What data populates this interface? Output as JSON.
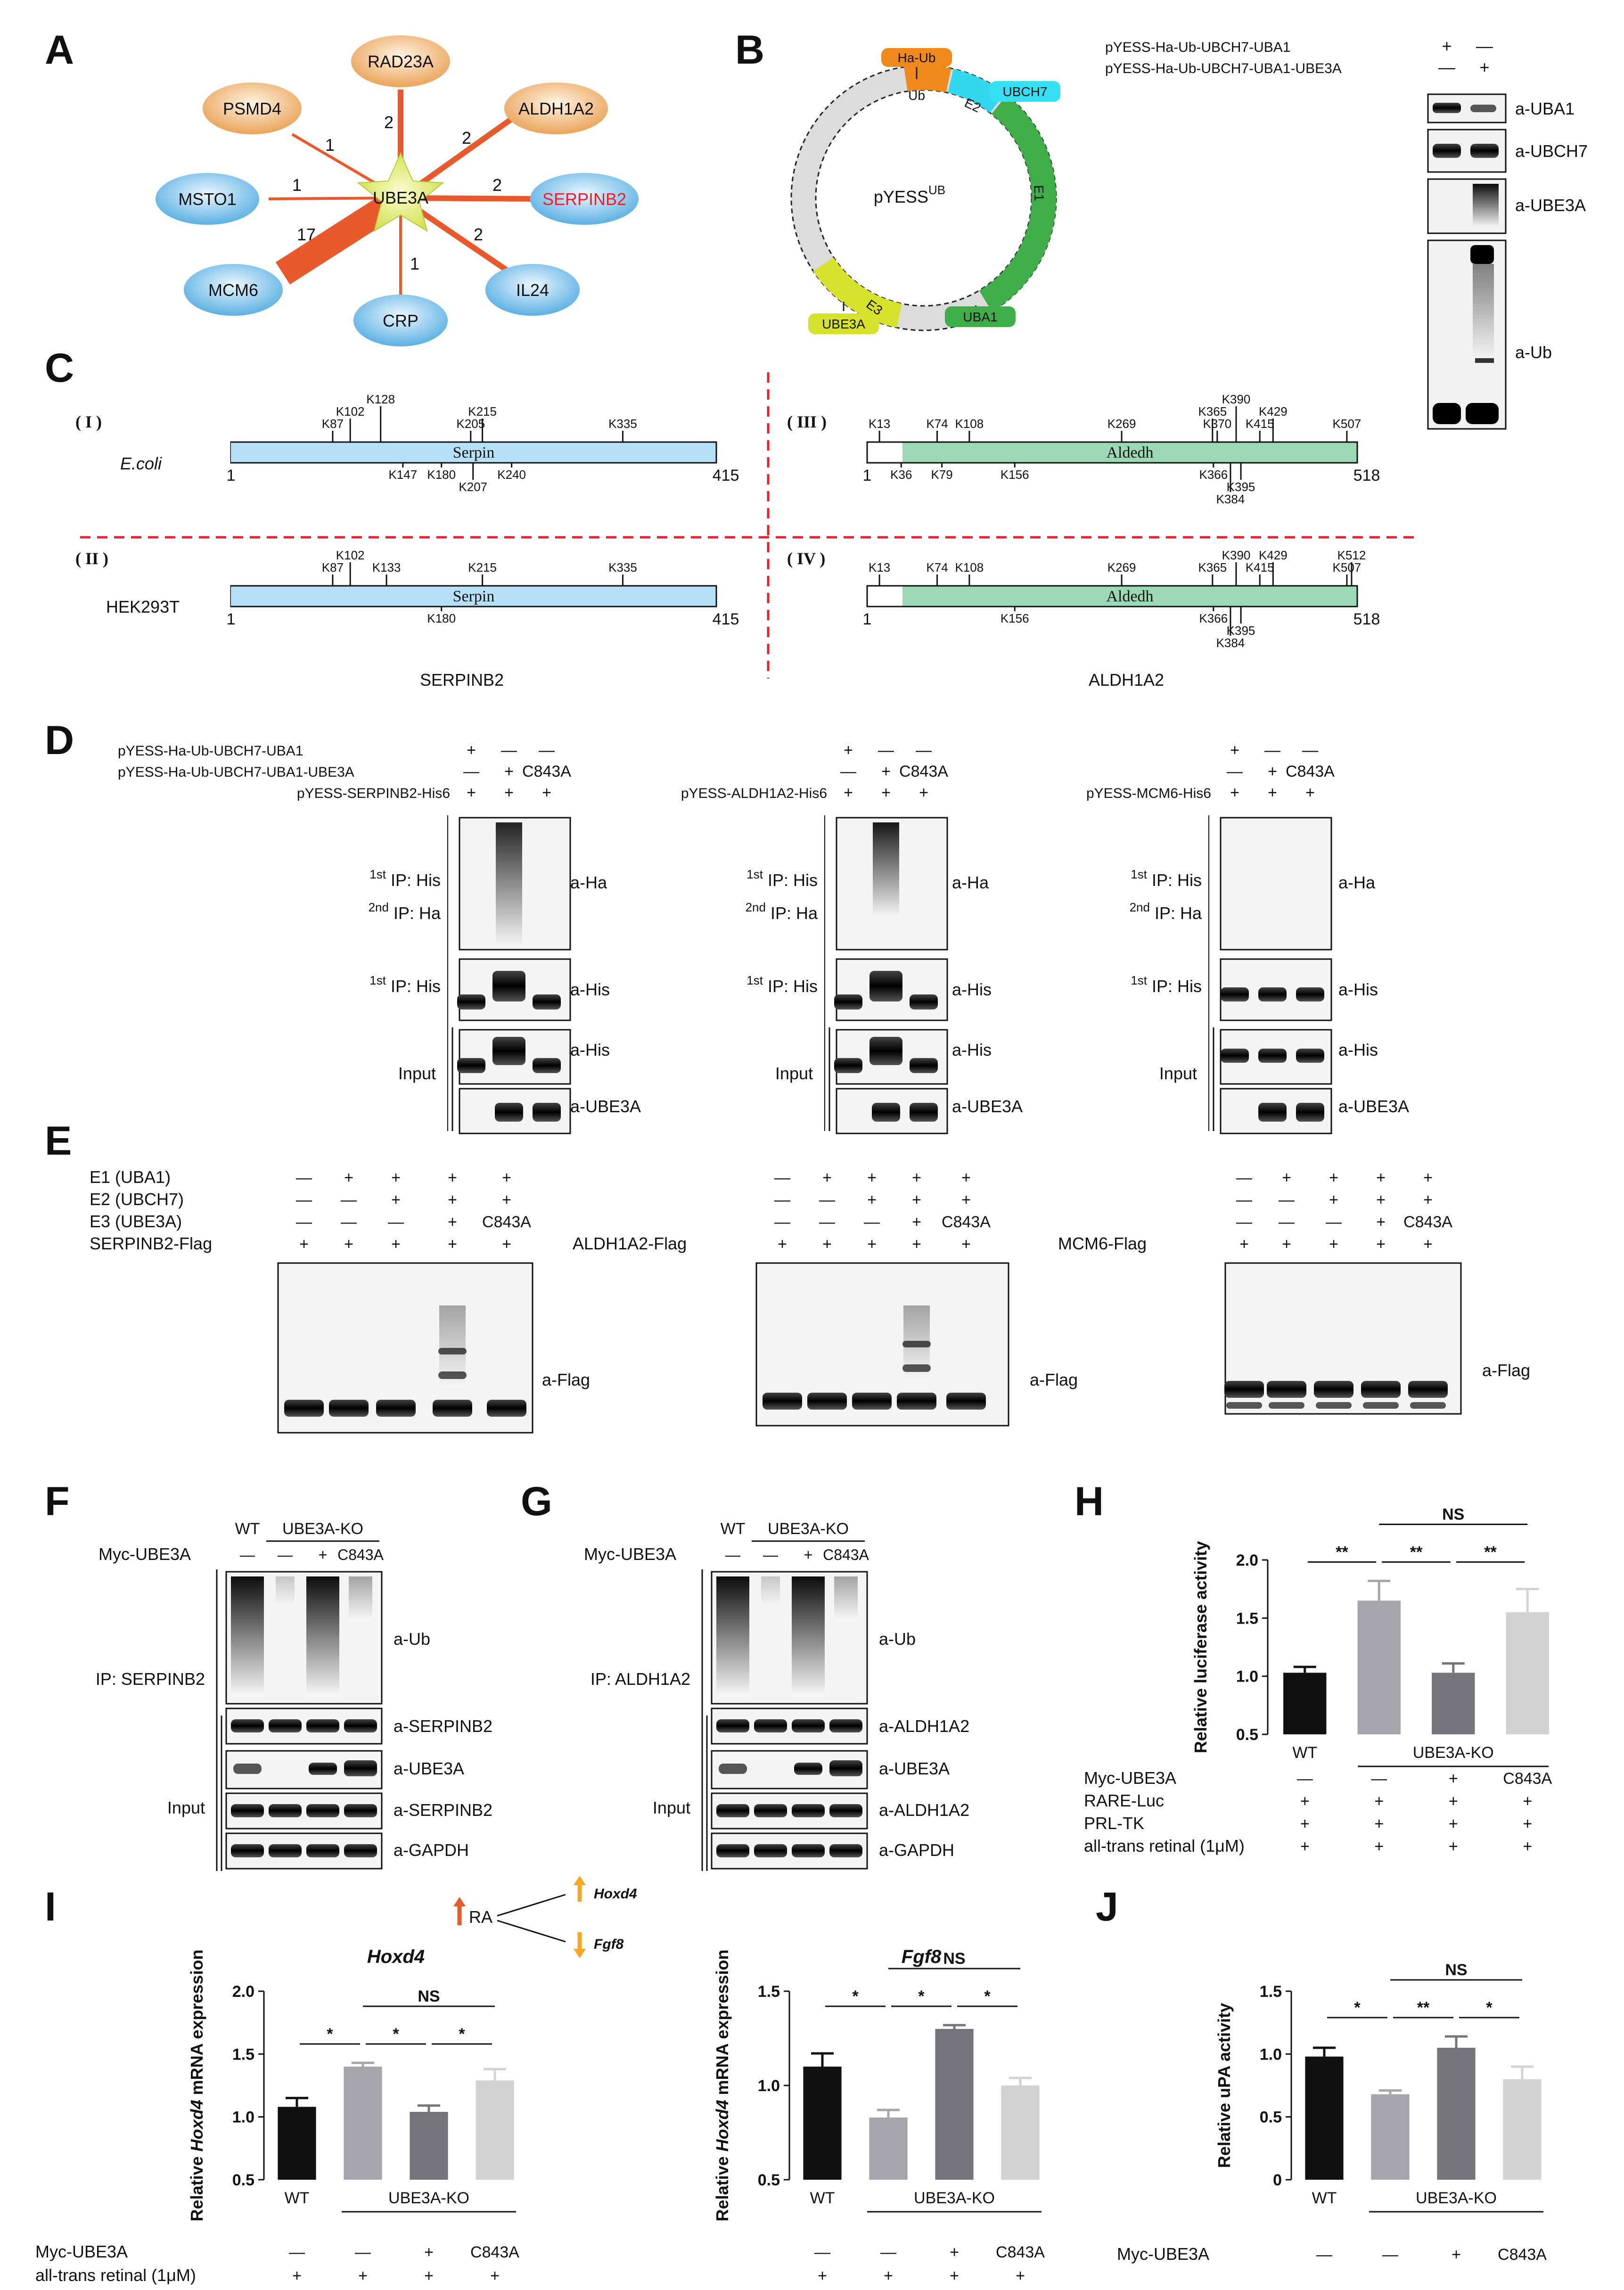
{
  "panels": [
    "A",
    "B",
    "C",
    "D",
    "E",
    "F",
    "G",
    "H",
    "I",
    "J"
  ],
  "network": {
    "center": "UBE3A",
    "nodes": [
      {
        "name": "RAD23A",
        "count": "2",
        "style": "orange"
      },
      {
        "name": "ALDH1A2",
        "count": "2",
        "style": "orange"
      },
      {
        "name": "SERPINB2",
        "count": "2",
        "style": "blue-red"
      },
      {
        "name": "IL24",
        "count": "2",
        "style": "blue"
      },
      {
        "name": "CRP",
        "count": "1",
        "style": "blue"
      },
      {
        "name": "MCM6",
        "count": "17",
        "style": "blue"
      },
      {
        "name": "MSTO1",
        "count": "1",
        "style": "blue"
      },
      {
        "name": "PSMD4",
        "count": "1",
        "style": "orange"
      }
    ]
  },
  "plasmid": {
    "name_main": "pYESS",
    "name_sup": "UB",
    "segments": [
      "Ub",
      "E2",
      "E1",
      "E3"
    ],
    "labels": [
      "Ha-Ub",
      "UBCH7",
      "UBA1",
      "UBE3A"
    ],
    "legend_rows": [
      "pYESS-Ha-Ub-UBCH7-UBA1",
      "pYESS-Ha-Ub-UBCH7-UBA1-UBE3A"
    ],
    "signs": [
      [
        "+",
        "—"
      ],
      [
        "—",
        "+"
      ]
    ],
    "blots": [
      "a-UBA1",
      "a-UBCH7",
      "a-UBE3A",
      "a-Ub"
    ]
  },
  "domains": {
    "quadrants": [
      {
        "roman": "( I )",
        "host": "E.coli",
        "protein": "SERPINB2",
        "domain": "Serpin",
        "start": "1",
        "end": "415",
        "above": [
          "K87",
          "K102",
          "K128",
          "K205",
          "K215",
          "K335"
        ],
        "below": [
          "K147",
          "K180",
          "K207",
          "K240"
        ]
      },
      {
        "roman": "( II )",
        "host": "HEK293T",
        "protein": "SERPINB2",
        "domain": "Serpin",
        "start": "1",
        "end": "415",
        "above": [
          "K87",
          "K102",
          "K133",
          "K215",
          "K335"
        ],
        "below": [
          "K180"
        ]
      },
      {
        "roman": "( III )",
        "host": "",
        "protein": "ALDH1A2",
        "domain": "Aldedh",
        "start": "1",
        "end": "518",
        "above": [
          "K13",
          "K74",
          "K108",
          "K269",
          "K370",
          "K365",
          "K415",
          "K390",
          "K429",
          "K507"
        ],
        "below": [
          "K36",
          "K79",
          "K156",
          "K366",
          "K395",
          "K384"
        ]
      },
      {
        "roman": "( IV )",
        "host": "",
        "protein": "ALDH1A2",
        "domain": "Aldedh",
        "start": "1",
        "end": "518",
        "above": [
          "K13",
          "K74",
          "K108",
          "K269",
          "K365",
          "K415",
          "K390",
          "K429",
          "K507",
          "K512"
        ],
        "below": [
          "K156",
          "K366",
          "K395",
          "K384"
        ]
      }
    ],
    "captions": [
      "SERPINB2",
      "ALDH1A2"
    ]
  },
  "ipblots": {
    "rows": [
      "pYESS-Ha-Ub-UBCH7-UBA1",
      "pYESS-Ha-Ub-UBCH7-UBA1-UBE3A"
    ],
    "substrates": [
      "pYESS-SERPINB2-His6",
      "pYESS-ALDH1A2-His6",
      "pYESS-MCM6-His6"
    ],
    "signs": [
      [
        "+",
        "—",
        "—"
      ],
      [
        "—",
        "+",
        "C843A"
      ],
      [
        "+",
        "+",
        "+"
      ]
    ],
    "ip_first": "IP: His",
    "ip_second": "IP: Ha",
    "sup_first": "1st",
    "sup_second": "2nd",
    "input": "Input",
    "blots": [
      "a-Ha",
      "a-His",
      "a-His",
      "a-UBE3A"
    ]
  },
  "invitro": {
    "rows": [
      "E1 (UBA1)",
      "E2 (UBCH7)",
      "E3 (UBE3A)"
    ],
    "substrates": [
      "SERPINB2-Flag",
      "ALDH1A2-Flag",
      "MCM6-Flag"
    ],
    "signs": [
      [
        "—",
        "+",
        "+",
        "+",
        "+"
      ],
      [
        "—",
        "—",
        "+",
        "+",
        "+"
      ],
      [
        "—",
        "—",
        "—",
        "+",
        "C843A"
      ],
      [
        "+",
        "+",
        "+",
        "+",
        "+"
      ]
    ],
    "blot": "a-Flag"
  },
  "cellblots": {
    "wt": "WT",
    "ko": "UBE3A-KO",
    "myc": "Myc-UBE3A",
    "myc_signs": [
      "—",
      "—",
      "+",
      "C843A"
    ],
    "input": "Input",
    "left": {
      "ip": "IP: SERPINB2",
      "blots": [
        "a-Ub",
        "a-SERPINB2",
        "a-UBE3A",
        "a-SERPINB2",
        "a-GAPDH"
      ]
    },
    "right": {
      "ip": "IP: ALDH1A2",
      "blots": [
        "a-Ub",
        "a-ALDH1A2",
        "a-UBE3A",
        "a-ALDH1A2",
        "a-GAPDH"
      ]
    }
  },
  "pathway": {
    "ra": "RA",
    "up": "Hoxd4",
    "down": "Fgf8"
  },
  "bottom_rows": {
    "myc": "Myc-UBE3A",
    "myc_signs": [
      "—",
      "—",
      "+",
      "C843A"
    ],
    "rare": "RARE-Luc",
    "prl": "PRL-TK",
    "retinal": "all-trans retinal (1μM)",
    "plus": "+"
  },
  "chart_data": [
    {
      "type": "bar",
      "panel": "H",
      "title": "",
      "ylabel": "Relative luciferase activity",
      "ylim": [
        0.5,
        2.0
      ],
      "yticks": [
        "0.5",
        "1.0",
        "1.5",
        "2.0"
      ],
      "categories": [
        "WT",
        "UBE3A-KO",
        "UBE3A-KO + Myc-UBE3A",
        "UBE3A-KO + C843A"
      ],
      "values": [
        1.03,
        1.65,
        1.03,
        1.55
      ],
      "errors": [
        0.05,
        0.17,
        0.08,
        0.2
      ],
      "colors": [
        "#111111",
        "#a4a4aa",
        "#74747a",
        "#d2d2d2"
      ],
      "xlabels": [
        "WT",
        "UBE3A-KO"
      ],
      "significance": [
        {
          "from": 0,
          "to": 1,
          "label": "**"
        },
        {
          "from": 1,
          "to": 2,
          "label": "**"
        },
        {
          "from": 2,
          "to": 3,
          "label": "**"
        },
        {
          "from": 1,
          "to": 3,
          "label": "NS"
        }
      ]
    },
    {
      "type": "bar",
      "panel": "I",
      "title": "Hoxd4",
      "ylabel": "Relative Hoxd4 mRNA expression",
      "ylim": [
        0.5,
        2.0
      ],
      "yticks": [
        "0.5",
        "1.0",
        "1.5",
        "2.0"
      ],
      "categories": [
        "WT",
        "UBE3A-KO",
        "UBE3A-KO + Myc-UBE3A",
        "UBE3A-KO + C843A"
      ],
      "values": [
        1.08,
        1.4,
        1.04,
        1.29
      ],
      "errors": [
        0.07,
        0.03,
        0.05,
        0.09
      ],
      "colors": [
        "#111111",
        "#a4a4aa",
        "#74747a",
        "#d2d2d2"
      ],
      "xlabels": [
        "WT",
        "UBE3A-KO"
      ],
      "significance": [
        {
          "from": 0,
          "to": 1,
          "label": "*"
        },
        {
          "from": 1,
          "to": 2,
          "label": "*"
        },
        {
          "from": 2,
          "to": 3,
          "label": "*"
        },
        {
          "from": 1,
          "to": 3,
          "label": "NS"
        }
      ]
    },
    {
      "type": "bar",
      "panel": "I",
      "title": "Fgf8",
      "ylabel": "Relative Hoxd4 mRNA expression",
      "ylim": [
        0.5,
        1.5
      ],
      "yticks": [
        "0.5",
        "1.0",
        "1.5"
      ],
      "categories": [
        "WT",
        "UBE3A-KO",
        "UBE3A-KO + Myc-UBE3A",
        "UBE3A-KO + C843A"
      ],
      "values": [
        1.1,
        0.83,
        1.3,
        1.0
      ],
      "errors": [
        0.07,
        0.04,
        0.02,
        0.04
      ],
      "colors": [
        "#111111",
        "#a4a4aa",
        "#74747a",
        "#d2d2d2"
      ],
      "xlabels": [
        "WT",
        "UBE3A-KO"
      ],
      "significance": [
        {
          "from": 0,
          "to": 1,
          "label": "*"
        },
        {
          "from": 1,
          "to": 2,
          "label": "*"
        },
        {
          "from": 2,
          "to": 3,
          "label": "*"
        },
        {
          "from": 1,
          "to": 3,
          "label": "NS"
        }
      ]
    },
    {
      "type": "bar",
      "panel": "J",
      "title": "",
      "ylabel": "Relative uPA activity",
      "ylim": [
        0,
        1.5
      ],
      "yticks": [
        "0",
        "0.5",
        "1.0",
        "1.5"
      ],
      "categories": [
        "WT",
        "UBE3A-KO",
        "UBE3A-KO + Myc-UBE3A",
        "UBE3A-KO + C843A"
      ],
      "values": [
        0.98,
        0.68,
        1.05,
        0.8
      ],
      "errors": [
        0.07,
        0.03,
        0.09,
        0.1
      ],
      "colors": [
        "#111111",
        "#a4a4aa",
        "#74747a",
        "#d2d2d2"
      ],
      "xlabels": [
        "WT",
        "UBE3A-KO"
      ],
      "significance": [
        {
          "from": 0,
          "to": 1,
          "label": "*"
        },
        {
          "from": 1,
          "to": 2,
          "label": "**"
        },
        {
          "from": 2,
          "to": 3,
          "label": "*"
        },
        {
          "from": 1,
          "to": 3,
          "label": "NS"
        }
      ]
    }
  ]
}
